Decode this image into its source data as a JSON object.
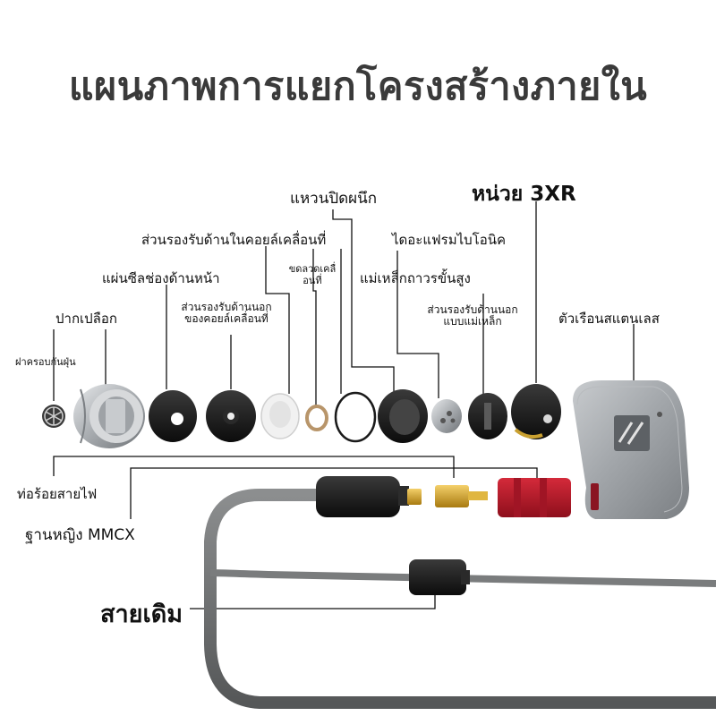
{
  "title": "แผนภาพการแยกโครงสร้างภายใน",
  "labels": {
    "driver_unit": "หน่วย 3XR",
    "ear_seal_ring": "แหวนปิดผนึก",
    "inner_coil_support": "ส่วนรองรับด้านในคอยล์เคลื่อนที่",
    "bionic_diaphragm": "ไดอะแฟรมไบโอนิค",
    "front_seal_pad": "แผ่นซีลช่องด้านหน้า",
    "coil_wire_1": "ขดลวดเคลื่",
    "coil_wire_2": "อนที่",
    "high_magnet": "แม่เหล็กถาวรขั้นสูง",
    "nozzle": "ปากเปลือก",
    "outer_coil_support_1": "ส่วนรองรับด้านนอก",
    "outer_coil_support_2": "ของคอยล์เคลื่อนที่",
    "outer_magnet_support_1": "ส่วนรองรับด้านนอก",
    "outer_magnet_support_2": "แบบแม่เหล็ก",
    "steel_housing": "ตัวเรือนสแตนเลส",
    "dust_cover": "ฝาครอบกันฝุ่น",
    "wire_conduit": "ท่อร้อยสายไฟ",
    "mmcx_socket": "ฐานหญิง MMCX",
    "original_cable": "สายเดิม"
  },
  "colors": {
    "socket_red": "#c0182b",
    "connector_gold": "#d4a017",
    "housing_gray": "#9a9ea3",
    "cable_gray": "#6d6f70"
  }
}
